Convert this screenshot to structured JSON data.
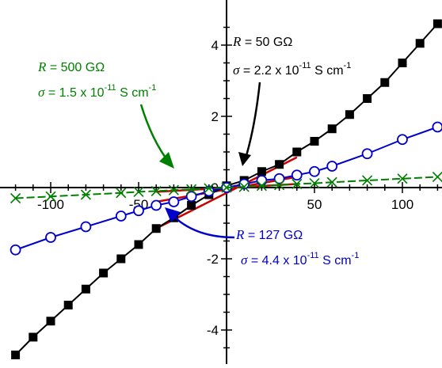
{
  "chart_data": {
    "type": "scatter",
    "title": "",
    "xlabel": "",
    "ylabel": "",
    "xlim": [
      -125,
      120
    ],
    "ylim": [
      -4.8,
      4.9
    ],
    "grid": false,
    "x_ticks": [
      -100,
      -50,
      0,
      50,
      100
    ],
    "x_tick_labels": [
      "-100",
      "-50",
      "0",
      "50",
      "100"
    ],
    "y_ticks": [
      -4,
      -2,
      0,
      2,
      4
    ],
    "y_tick_labels": [
      "-4",
      "-2",
      "0",
      "2",
      "4"
    ],
    "series": [
      {
        "marker": "filled-square",
        "color": "#000000",
        "x": [
          -120,
          -110,
          -100,
          -90,
          -80,
          -70,
          -60,
          -50,
          -40,
          -30,
          -20,
          -10,
          0,
          10,
          20,
          30,
          40,
          50,
          60,
          70,
          80,
          90,
          100,
          110,
          120
        ],
        "y": [
          -4.7,
          -4.2,
          -3.75,
          -3.3,
          -2.85,
          -2.4,
          -2.0,
          -1.6,
          -1.15,
          -0.85,
          -0.5,
          -0.2,
          0.05,
          0.2,
          0.45,
          0.65,
          1.0,
          1.3,
          1.65,
          2.05,
          2.5,
          2.95,
          3.5,
          4.05,
          4.6
        ]
      },
      {
        "marker": "open-circle",
        "color": "#0000cc",
        "x": [
          -120,
          -100,
          -80,
          -60,
          -50,
          -40,
          -30,
          -20,
          -10,
          0,
          10,
          20,
          30,
          40,
          50,
          60,
          80,
          100,
          120
        ],
        "y": [
          -1.75,
          -1.4,
          -1.1,
          -0.8,
          -0.65,
          -0.5,
          -0.4,
          -0.25,
          -0.1,
          0.0,
          0.1,
          0.2,
          0.25,
          0.35,
          0.45,
          0.6,
          0.95,
          1.35,
          1.7
        ]
      },
      {
        "marker": "x",
        "color": "#008000",
        "x": [
          -120,
          -100,
          -80,
          -60,
          -50,
          -40,
          -30,
          -20,
          -10,
          0,
          10,
          20,
          30,
          40,
          50,
          60,
          80,
          100,
          120
        ],
        "y": [
          -0.3,
          -0.25,
          -0.2,
          -0.15,
          -0.12,
          -0.1,
          -0.07,
          -0.05,
          -0.02,
          0.0,
          0.02,
          0.05,
          0.07,
          0.1,
          0.12,
          0.15,
          0.2,
          0.25,
          0.3
        ]
      }
    ],
    "fit_lines": [
      {
        "color": "#cc0000",
        "x": [
          -40,
          40
        ],
        "y": [
          -1.15,
          0.85
        ]
      },
      {
        "color": "#cc0000",
        "x": [
          -40,
          40
        ],
        "y": [
          -0.4,
          0.3
        ]
      },
      {
        "color": "#cc0000",
        "x": [
          -40,
          40
        ],
        "y": [
          -0.12,
          0.1
        ]
      }
    ],
    "annotations": [
      {
        "name": "green",
        "color": "#008000",
        "line1": {
          "sym": "R",
          "text": " = 500 GΩ"
        },
        "line2": {
          "sym": "σ",
          "text": " = 1.5 x 10",
          "sup": "-11",
          "tail": " S cm",
          "sup2": "-1"
        }
      },
      {
        "name": "black",
        "color": "#000000",
        "line1": {
          "sym": "R",
          "text": " = 50 GΩ"
        },
        "line2": {
          "sym": "σ",
          "text": " = 2.2 x 10",
          "sup": "-11",
          "tail": " S cm",
          "sup2": "-1"
        }
      },
      {
        "name": "blue",
        "color": "#0000cc",
        "line1": {
          "sym": "R",
          "text": " = 127 GΩ"
        },
        "line2": {
          "sym": "σ",
          "text": " = 4.4 x 10",
          "sup": "-11",
          "tail": " S cm",
          "sup2": "-1"
        }
      }
    ]
  }
}
